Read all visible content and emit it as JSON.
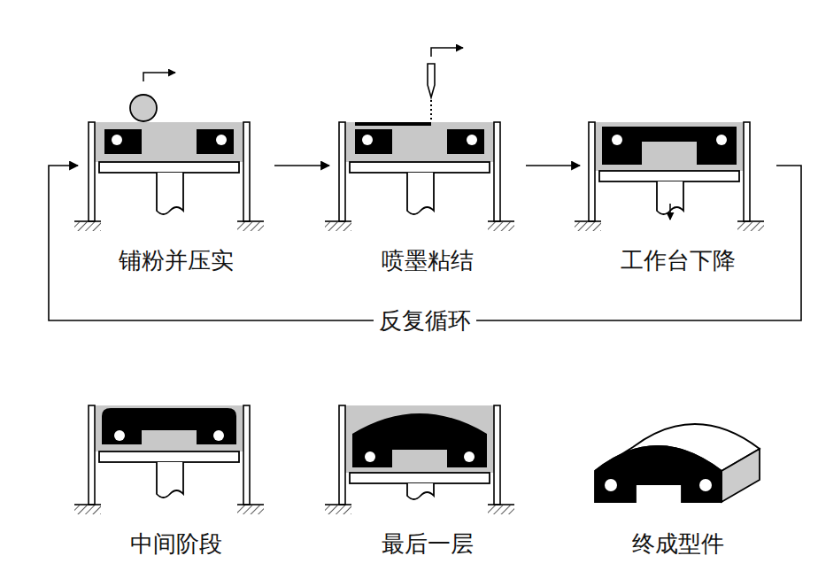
{
  "diagram": {
    "nodes": [
      {
        "text": [
          "铺粉并压实"
        ]
      },
      {
        "text": [
          "喷墨粘结"
        ]
      },
      {
        "text": [
          "工作台下降"
        ]
      },
      {
        "text": [
          "中间阶段"
        ]
      },
      {
        "text": [
          "最后一层"
        ]
      },
      {
        "text": [
          "终成型件"
        ]
      }
    ],
    "edges": [
      {
        "from": 0,
        "to": 1,
        "arrow": "to"
      },
      {
        "from": 1,
        "to": 2,
        "arrow": "to"
      },
      {
        "from": 2,
        "to": 0,
        "arrow": "to",
        "label": "反复循环"
      }
    ]
  }
}
